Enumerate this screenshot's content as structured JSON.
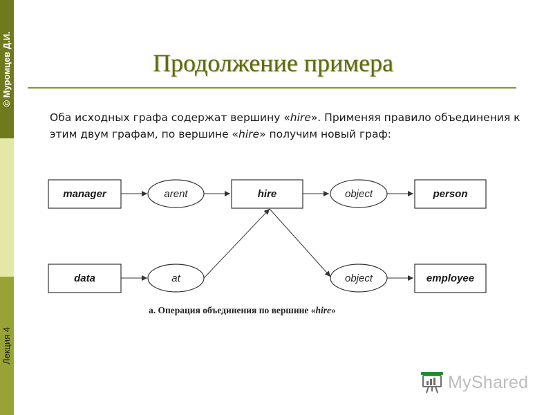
{
  "sidebar": {
    "author": "© Муромцев Д.И.",
    "lecture": "Лекция 4",
    "colors": {
      "top": "#6f7a1f",
      "middle": "#e4e8a6",
      "bottom": "#98a336"
    }
  },
  "slide": {
    "title": "Продолжение примера",
    "paragraph": {
      "part1": "Оба исходных графа содержат вершину «",
      "hire1": "hire",
      "part2": "». Применяя правило объединения к этим двум графам, по вершине «",
      "hire2": "hire",
      "part3": "» получим новый граф:"
    }
  },
  "diagram": {
    "nodes": {
      "manager": "manager",
      "arent": "arent",
      "hire": "hire",
      "object_top": "object",
      "person": "person",
      "data": "data",
      "at": "at",
      "object_bottom": "object",
      "employee": "employee"
    },
    "caption": {
      "prefix": "а. Операция объединения по вершине «",
      "hire": "hire",
      "suffix": "»"
    }
  },
  "logo": {
    "text": "MyShared",
    "icon": "presentation-board-icon"
  }
}
